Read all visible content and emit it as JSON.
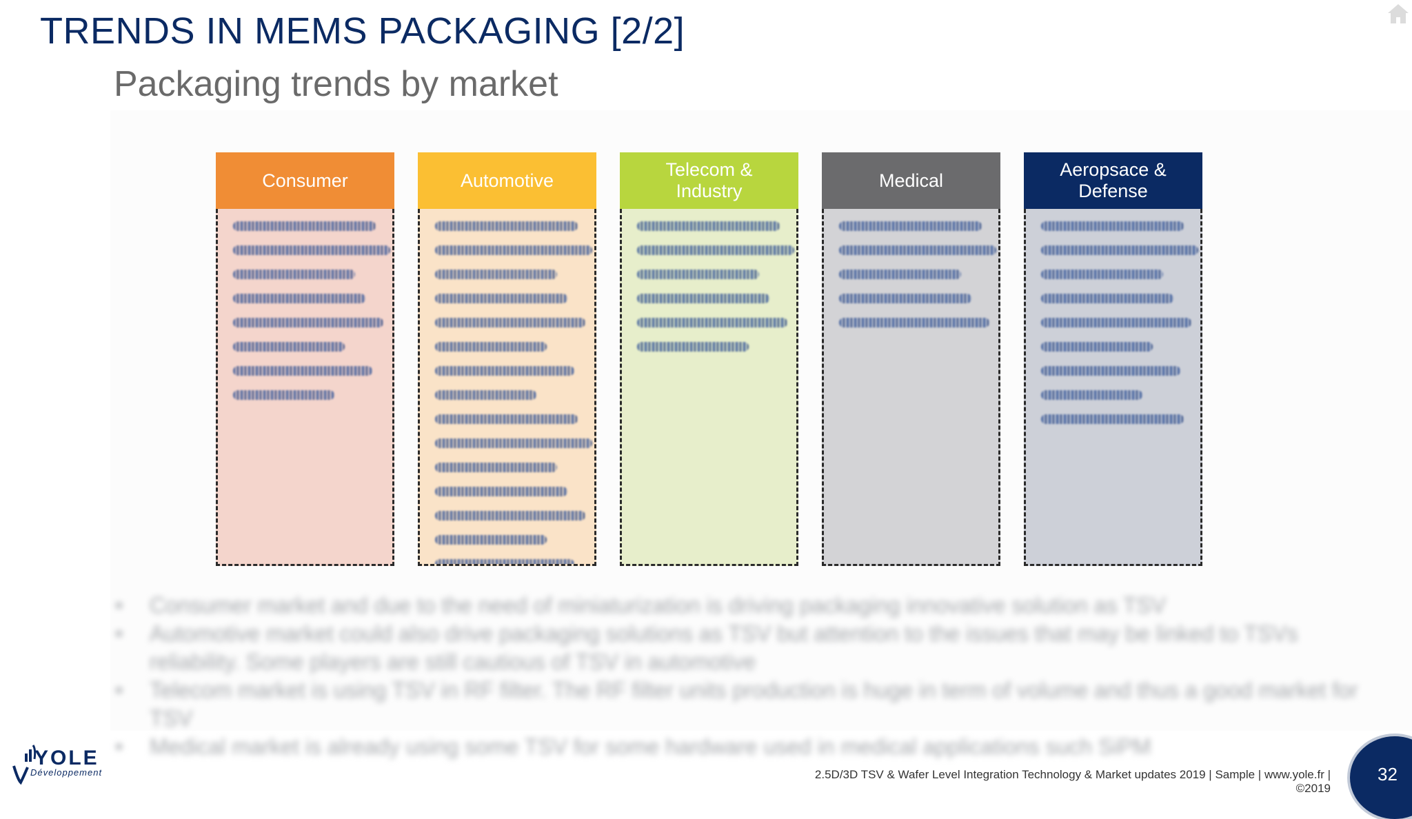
{
  "slide": {
    "title": "TRENDS IN MEMS PACKAGING [2/2]",
    "subtitle": "Packaging trends by market"
  },
  "markets": [
    {
      "label": "Consumer",
      "header_color": "#f08d35",
      "body_color": "#f4d5cc",
      "lines": 8
    },
    {
      "label": "Automotive",
      "header_color": "#fbbf33",
      "body_color": "#fae3c8",
      "lines": 16
    },
    {
      "label": "Telecom &\nIndustry",
      "header_color": "#b8d63e",
      "body_color": "#e7eecb",
      "lines": 6
    },
    {
      "label": "Medical",
      "header_color": "#6b6b6d",
      "body_color": "#d3d3d6",
      "lines": 5
    },
    {
      "label": "Aeropsace &\nDefense",
      "header_color": "#0b2a63",
      "body_color": "#cdd0d8",
      "lines": 9
    }
  ],
  "bullets": [
    {
      "text": "Consumer market and due to the need of miniaturization is driving packaging innovative solution as TSV"
    },
    {
      "text": "Automotive market could also drive packaging solutions as TSV but attention to the issues that may be linked to TSVs reliability. Some players are still cautious of TSV in automotive"
    },
    {
      "text": "Telecom market is using TSV in RF filter. The RF filter units production is huge in term of volume and thus a good market for TSV"
    },
    {
      "text": "Medical market is already using some TSV for some hardware used in medical applications such SiPM"
    }
  ],
  "footer": {
    "text": "2.5D/3D TSV & Wafer Level Integration Technology & Market updates 2019 | Sample | www.yole.fr | ©2019",
    "page_number": "32"
  },
  "logo": {
    "word": "YOLE",
    "sub": "Développement"
  },
  "icons": {
    "home": "home-icon"
  },
  "colors": {
    "brand_navy": "#0b2a63"
  }
}
